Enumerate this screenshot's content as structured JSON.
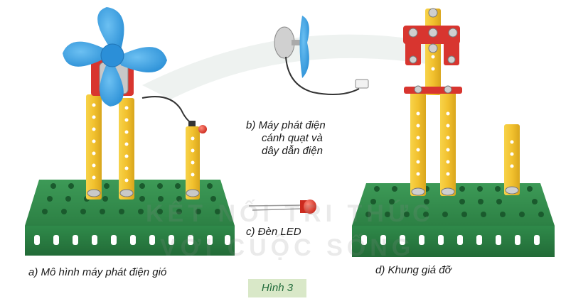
{
  "captions": {
    "a": "a) Mô hình máy phát điện gió",
    "b_lines": [
      "b)  Máy phát điện",
      "cánh quạt và",
      "dây dẫn điện"
    ],
    "c": "c) Đèn LED",
    "d": "d) Khung giá đỡ"
  },
  "figure_label": "Hình 3",
  "watermark": {
    "line1": "KẾT NỐI TRI THỨC",
    "line2": "VỚI CUỘC SỐNG"
  },
  "colors": {
    "base_green": "#2f8a4a",
    "strut_yellow": "#f2c12e",
    "fan_blue": "#3fa3e3",
    "bracket_red": "#d8352f",
    "label_bg": "#d9e8c8",
    "label_text": "#1f6a3a"
  }
}
